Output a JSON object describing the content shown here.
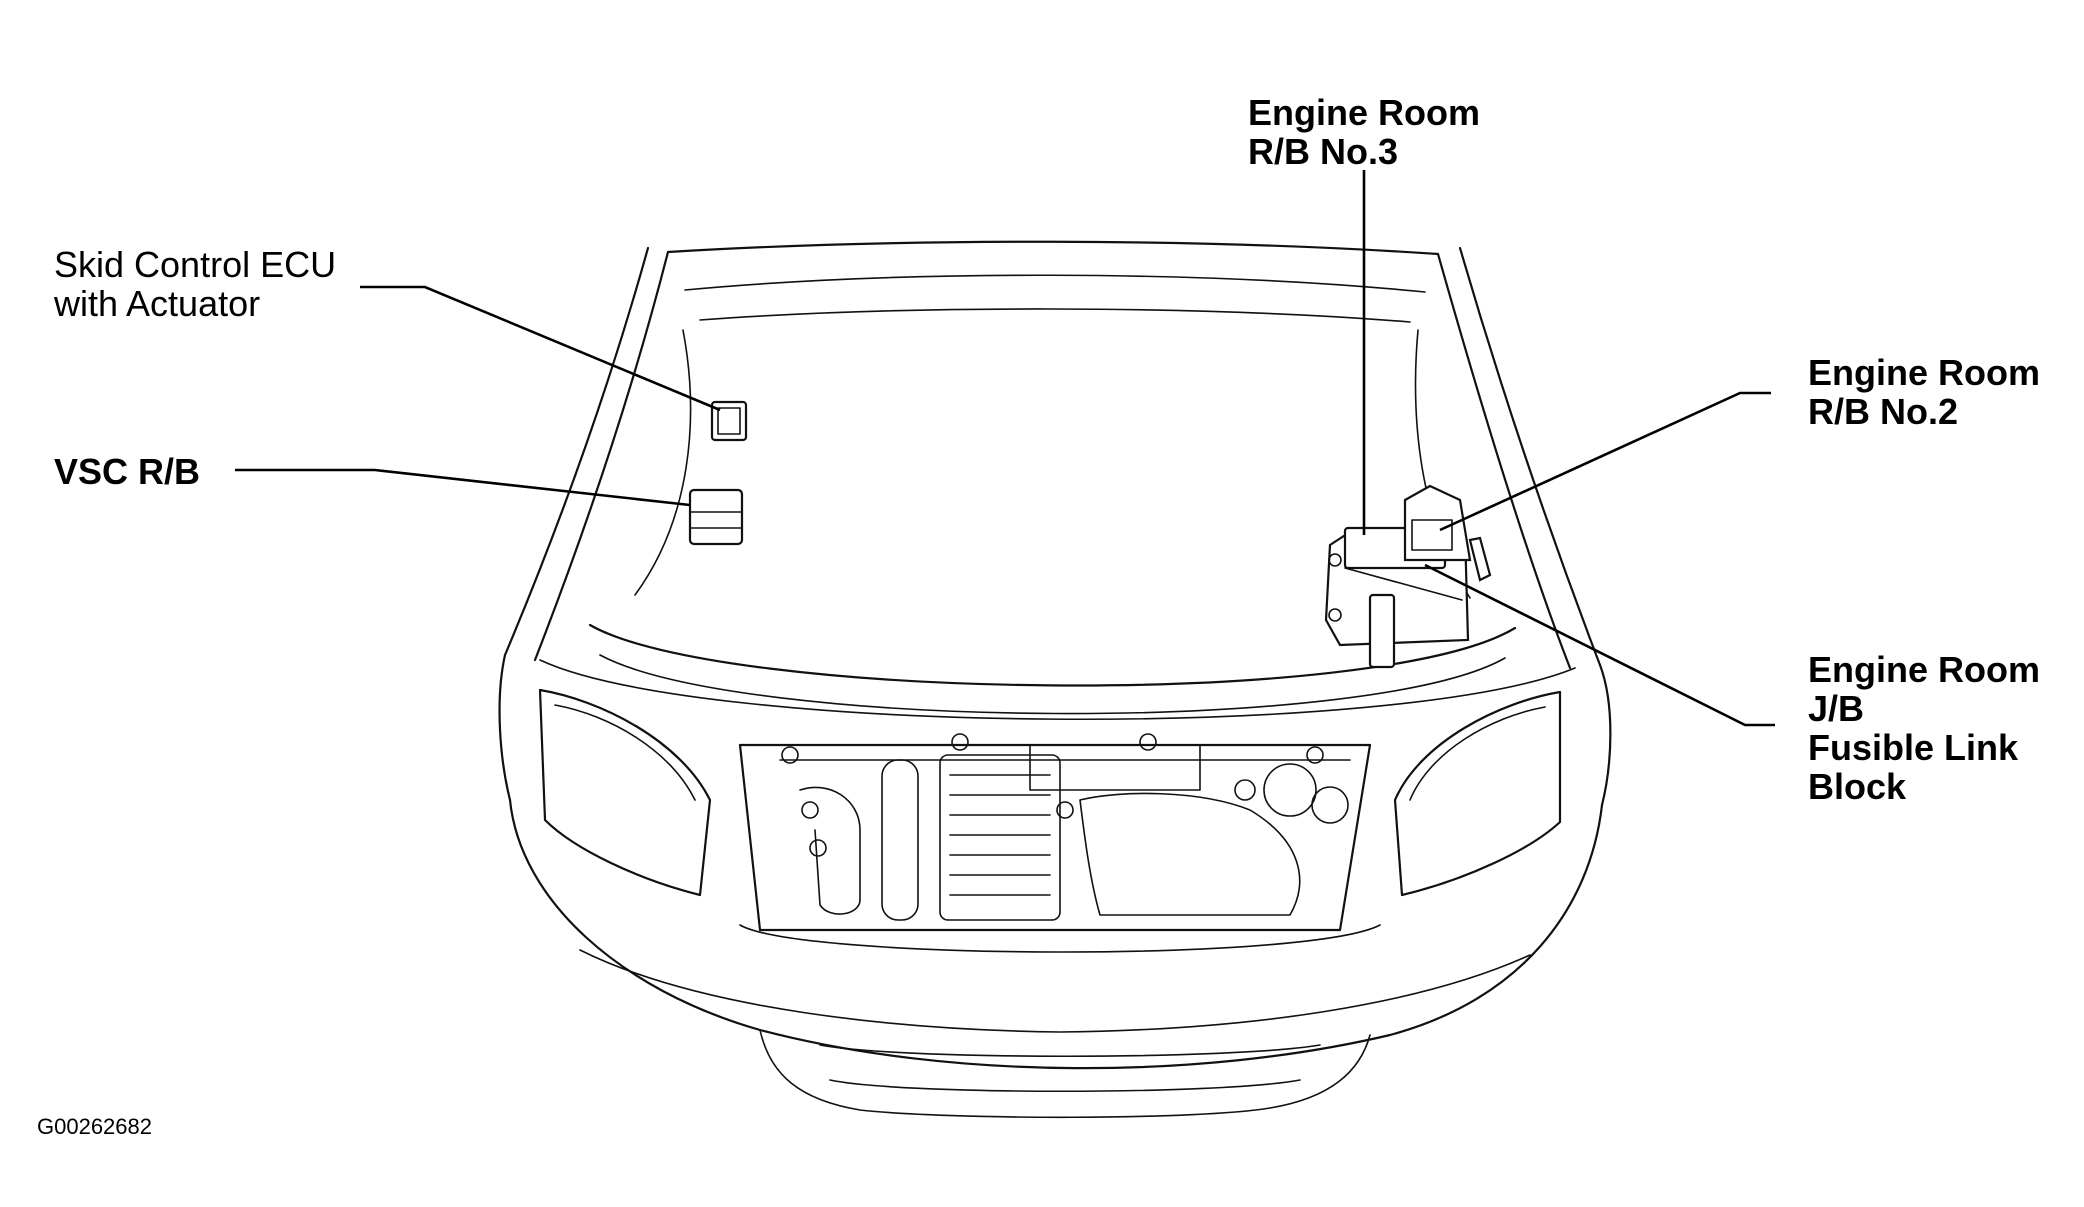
{
  "labels": {
    "skid_control": {
      "line1": "Skid Control ECU",
      "line2": "with Actuator"
    },
    "vsc_rb": {
      "line1": "VSC R/B"
    },
    "engine_room_rb3": {
      "line1": "Engine Room",
      "line2": "R/B No.3"
    },
    "engine_room_rb2": {
      "line1": "Engine Room",
      "line2": "R/B No.2"
    },
    "engine_room_jb": {
      "line1": "Engine Room",
      "line2": "J/B",
      "line3": "Fusible Link",
      "line4": "Block"
    }
  },
  "figure_id": "G00262682"
}
